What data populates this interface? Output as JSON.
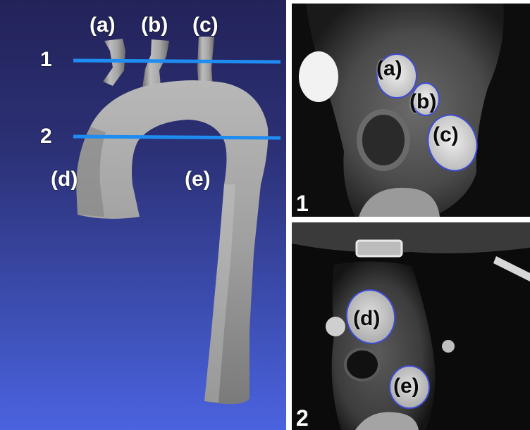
{
  "model_panel": {
    "branch_labels": [
      "(a)",
      "(b)",
      "(c)"
    ],
    "aorta_labels": [
      "(d)",
      "(e)"
    ],
    "plane_labels": [
      "1",
      "2"
    ]
  },
  "ct_slices": [
    {
      "slice_label": "1",
      "vessel_labels": [
        "(a)",
        "(b)",
        "(c)"
      ]
    },
    {
      "slice_label": "2",
      "vessel_labels": [
        "(d)",
        "(e)"
      ]
    }
  ],
  "colors": {
    "background_top": "#23235a",
    "background_bottom": "#4a63e0",
    "plane_line": "#1e8cf0",
    "vessel_outline": "#3d4bd8",
    "model_gray": "#9a9a9a"
  }
}
